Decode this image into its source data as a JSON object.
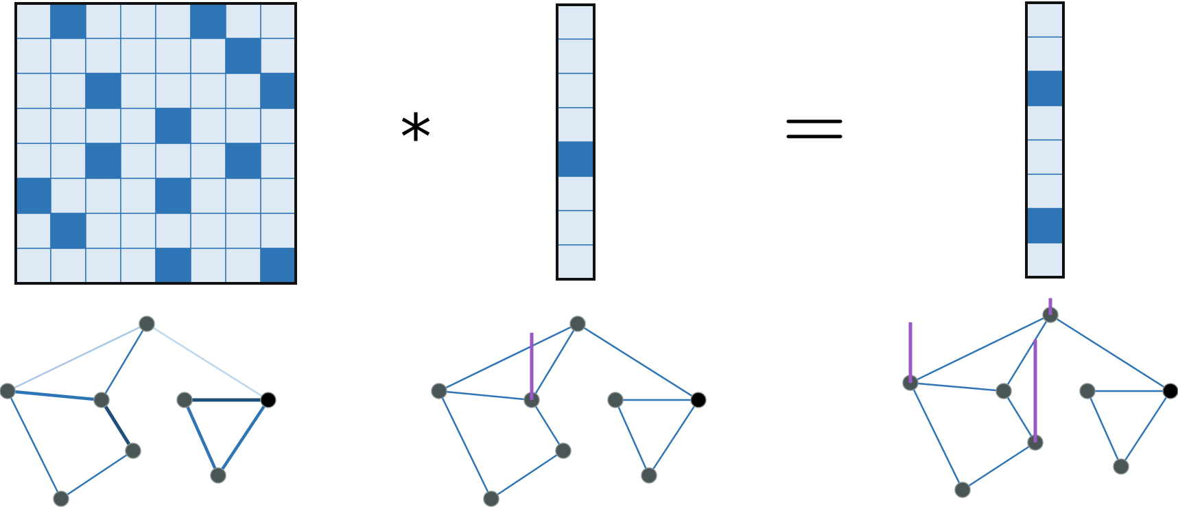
{
  "colors": {
    "filled": "#2e75b6",
    "empty": "#ddeaf6",
    "grid_line": "#2e75b6",
    "border": "#111111",
    "node": "#4a5656",
    "node_stroke": "#8a9494",
    "node_active": "#000000",
    "edge": "#2e75b6",
    "edge_light": "#a8c8e6",
    "edge_lighter": "#bcd6ee",
    "edge_dark": "#1f4e79",
    "marker": "#9b59c6",
    "operator": "#000000"
  },
  "operators": {
    "multiply": "*",
    "equals": "="
  },
  "matrix": {
    "rows": [
      [
        0,
        1,
        0,
        0,
        0,
        1,
        0,
        0
      ],
      [
        0,
        0,
        0,
        0,
        0,
        0,
        1,
        0
      ],
      [
        0,
        0,
        1,
        0,
        0,
        0,
        0,
        1
      ],
      [
        0,
        0,
        0,
        0,
        1,
        0,
        0,
        0
      ],
      [
        0,
        0,
        1,
        0,
        0,
        0,
        1,
        0
      ],
      [
        1,
        0,
        0,
        0,
        1,
        0,
        0,
        0
      ],
      [
        0,
        1,
        0,
        0,
        0,
        0,
        0,
        0
      ],
      [
        0,
        0,
        0,
        0,
        1,
        0,
        0,
        1
      ]
    ]
  },
  "input_vector": {
    "cells": [
      0,
      0,
      0,
      0,
      1,
      0,
      0,
      0
    ]
  },
  "output_vector": {
    "cells": [
      0,
      0,
      1,
      0,
      0,
      0,
      1,
      0
    ]
  },
  "graphs": [
    {
      "id": "adjacency-graph",
      "nodes": [
        {
          "id": "top",
          "active": false
        },
        {
          "id": "left",
          "active": false
        },
        {
          "id": "mid",
          "active": false
        },
        {
          "id": "bottom-right",
          "active": false
        },
        {
          "id": "bottom",
          "active": false
        },
        {
          "id": "right-a",
          "active": false
        },
        {
          "id": "right-b",
          "active": true
        },
        {
          "id": "right-c",
          "active": false
        }
      ],
      "edges": [
        {
          "a": "top",
          "b": "left",
          "style": "light"
        },
        {
          "a": "top",
          "b": "mid",
          "style": "normal"
        },
        {
          "a": "top",
          "b": "right-b",
          "style": "lighter"
        },
        {
          "a": "left",
          "b": "mid",
          "style": "thick"
        },
        {
          "a": "left",
          "b": "bottom",
          "style": "normal"
        },
        {
          "a": "mid",
          "b": "bottom-right",
          "style": "dark"
        },
        {
          "a": "bottom-right",
          "b": "bottom",
          "style": "normal"
        },
        {
          "a": "right-a",
          "b": "right-b",
          "style": "dark"
        },
        {
          "a": "right-a",
          "b": "right-c",
          "style": "thick"
        },
        {
          "a": "right-b",
          "b": "right-c",
          "style": "thick"
        }
      ],
      "markers": []
    },
    {
      "id": "input-signal-graph",
      "nodes": [
        {
          "id": "top",
          "active": false
        },
        {
          "id": "left",
          "active": false
        },
        {
          "id": "mid",
          "active": false
        },
        {
          "id": "bottom-right",
          "active": false
        },
        {
          "id": "bottom",
          "active": false
        },
        {
          "id": "right-a",
          "active": false
        },
        {
          "id": "right-b",
          "active": true
        },
        {
          "id": "right-c",
          "active": false
        }
      ],
      "edges": [
        {
          "a": "top",
          "b": "left",
          "style": "normal"
        },
        {
          "a": "top",
          "b": "mid",
          "style": "normal"
        },
        {
          "a": "top",
          "b": "right-b",
          "style": "normal"
        },
        {
          "a": "left",
          "b": "mid",
          "style": "normal"
        },
        {
          "a": "left",
          "b": "bottom",
          "style": "normal"
        },
        {
          "a": "mid",
          "b": "bottom-right",
          "style": "normal"
        },
        {
          "a": "bottom-right",
          "b": "bottom",
          "style": "normal"
        },
        {
          "a": "right-a",
          "b": "right-b",
          "style": "normal"
        },
        {
          "a": "right-a",
          "b": "right-c",
          "style": "normal"
        },
        {
          "a": "right-b",
          "b": "right-c",
          "style": "normal"
        }
      ],
      "markers": [
        {
          "node": "mid",
          "level": 1
        }
      ]
    },
    {
      "id": "output-signal-graph",
      "nodes": [
        {
          "id": "top",
          "active": false
        },
        {
          "id": "left",
          "active": false
        },
        {
          "id": "mid",
          "active": false
        },
        {
          "id": "bottom-right",
          "active": false
        },
        {
          "id": "bottom",
          "active": false
        },
        {
          "id": "right-a",
          "active": false
        },
        {
          "id": "right-b",
          "active": true
        },
        {
          "id": "right-c",
          "active": false
        }
      ],
      "edges": [
        {
          "a": "top",
          "b": "left",
          "style": "normal"
        },
        {
          "a": "top",
          "b": "mid",
          "style": "normal"
        },
        {
          "a": "top",
          "b": "right-b",
          "style": "normal"
        },
        {
          "a": "left",
          "b": "mid",
          "style": "normal"
        },
        {
          "a": "left",
          "b": "bottom",
          "style": "normal"
        },
        {
          "a": "mid",
          "b": "bottom-right",
          "style": "normal"
        },
        {
          "a": "bottom-right",
          "b": "bottom",
          "style": "normal"
        },
        {
          "a": "right-a",
          "b": "right-b",
          "style": "normal"
        },
        {
          "a": "right-a",
          "b": "right-c",
          "style": "normal"
        },
        {
          "a": "right-b",
          "b": "right-c",
          "style": "normal"
        }
      ],
      "markers": [
        {
          "node": "top",
          "level": 0.25
        },
        {
          "node": "left",
          "level": 0.9
        },
        {
          "node": "bottom-right",
          "level": 1.53
        }
      ]
    }
  ]
}
